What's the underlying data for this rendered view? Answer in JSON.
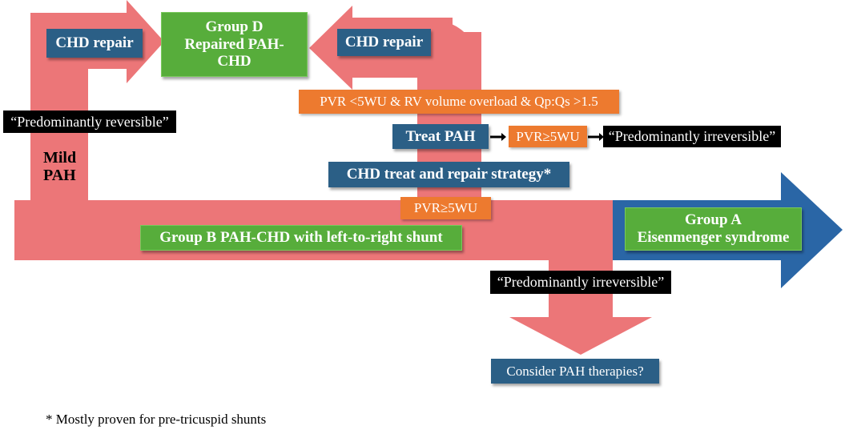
{
  "colors": {
    "pink_arrow": "#ec7678",
    "blue_arrow": "#2a66a6",
    "box_blue": "#2b5f86",
    "box_green": "#57ad3b",
    "box_orange": "#ed7a2f",
    "box_black": "#000000"
  },
  "labels": {
    "chd_repair_left": "CHD repair",
    "group_d": "Group D\nRepaired PAH-\nCHD",
    "chd_repair_right": "CHD repair",
    "pvr_condition": "PVR <5WU & RV volume overload & Qp:Qs >1.5",
    "predominantly_reversible": "“Predominantly reversible”",
    "mild_pah": "Mild\nPAH",
    "treat_pah": "Treat PAH",
    "pvr_ge_5wu_small": "PVR≥5WU",
    "predominantly_irreversible_top": "“Predominantly irreversible”",
    "chd_treat_repair": "CHD treat and repair  strategy*",
    "pvr_ge_5wu": "PVR≥5WU",
    "group_b": "Group B PAH-CHD with left-to-right shunt",
    "group_a": "Group A\nEisenmenger syndrome",
    "predominantly_irreversible_bottom": "“Predominantly irreversible”",
    "consider_pah": "Consider PAH therapies?",
    "footnote": "* Mostly proven for pre-tricuspid shunts"
  }
}
